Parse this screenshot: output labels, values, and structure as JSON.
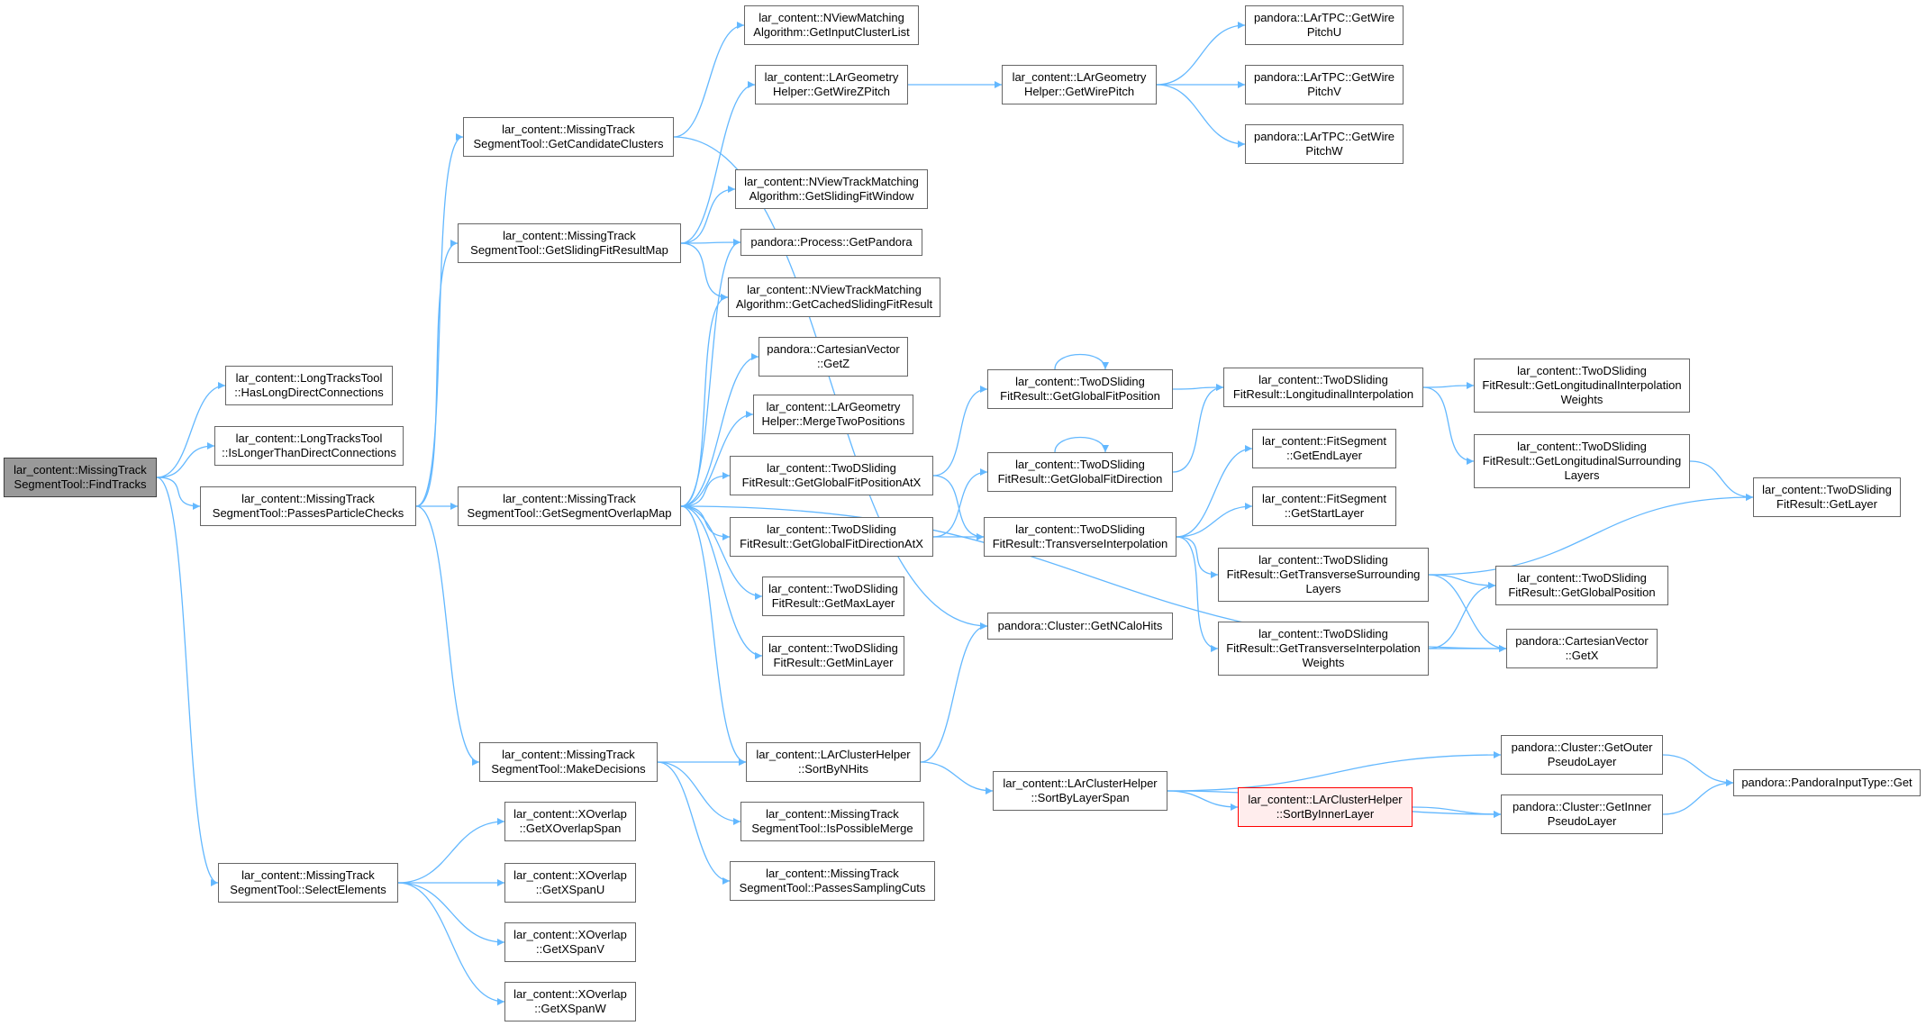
{
  "colors": {
    "edge": "#63b8ff",
    "root_fill": "#999999",
    "node_border": "#666666",
    "highlight_border": "#ff0000",
    "highlight_fill": "#ffeded"
  },
  "nodes": {
    "findtracks": {
      "line1": "lar_content::MissingTrack",
      "line2": "SegmentTool::FindTracks"
    },
    "haslong": {
      "line1": "lar_content::LongTracksTool",
      "line2": "::HasLongDirectConnections"
    },
    "islonger": {
      "line1": "lar_content::LongTracksTool",
      "line2": "::IsLongerThanDirectConnections"
    },
    "passes": {
      "line1": "lar_content::MissingTrack",
      "line2": "SegmentTool::PassesParticleChecks"
    },
    "select": {
      "line1": "lar_content::MissingTrack",
      "line2": "SegmentTool::SelectElements"
    },
    "candidate": {
      "line1": "lar_content::MissingTrack",
      "line2": "SegmentTool::GetCandidateClusters"
    },
    "slidingmap": {
      "line1": "lar_content::MissingTrack",
      "line2": "SegmentTool::GetSlidingFitResultMap"
    },
    "overlapmap": {
      "line1": "lar_content::MissingTrack",
      "line2": "SegmentTool::GetSegmentOverlapMap"
    },
    "decisions": {
      "line1": "lar_content::MissingTrack",
      "line2": "SegmentTool::MakeDecisions"
    },
    "xoverlapspan": {
      "line1": "lar_content::XOverlap",
      "line2": "::GetXOverlapSpan"
    },
    "xspanu": {
      "line1": "lar_content::XOverlap",
      "line2": "::GetXSpanU"
    },
    "xspanv": {
      "line1": "lar_content::XOverlap",
      "line2": "::GetXSpanV"
    },
    "xspanw": {
      "line1": "lar_content::XOverlap",
      "line2": "::GetXSpanW"
    },
    "inputcluster": {
      "line1": "lar_content::NViewMatching",
      "line2": "Algorithm::GetInputClusterList"
    },
    "wirezpitch": {
      "line1": "lar_content::LArGeometry",
      "line2": "Helper::GetWireZPitch"
    },
    "slidingwindow": {
      "line1": "lar_content::NViewTrackMatching",
      "line2": "Algorithm::GetSlidingFitWindow"
    },
    "getpandora": {
      "line1": "pandora::Process::GetPandora"
    },
    "cachedsliding": {
      "line1": "lar_content::NViewTrackMatching",
      "line2": "Algorithm::GetCachedSlidingFitResult"
    },
    "getz": {
      "line1": "pandora::CartesianVector",
      "line2": "::GetZ"
    },
    "mergetwo": {
      "line1": "lar_content::LArGeometry",
      "line2": "Helper::MergeTwoPositions"
    },
    "globalfitposatx": {
      "line1": "lar_content::TwoDSliding",
      "line2": "FitResult::GetGlobalFitPositionAtX"
    },
    "globalfitdiratx": {
      "line1": "lar_content::TwoDSliding",
      "line2": "FitResult::GetGlobalFitDirectionAtX"
    },
    "maxlayer": {
      "line1": "lar_content::TwoDSliding",
      "line2": "FitResult::GetMaxLayer"
    },
    "minlayer": {
      "line1": "lar_content::TwoDSliding",
      "line2": "FitResult::GetMinLayer"
    },
    "sortbynhits": {
      "line1": "lar_content::LArClusterHelper",
      "line2": "::SortByNHits"
    },
    "possiblemerge": {
      "line1": "lar_content::MissingTrack",
      "line2": "SegmentTool::IsPossibleMerge"
    },
    "samplingcuts": {
      "line1": "lar_content::MissingTrack",
      "line2": "SegmentTool::PassesSamplingCuts"
    },
    "wirepitch": {
      "line1": "lar_content::LArGeometry",
      "line2": "Helper::GetWirePitch"
    },
    "globalfitpos": {
      "line1": "lar_content::TwoDSliding",
      "line2": "FitResult::GetGlobalFitPosition"
    },
    "globalfitdir": {
      "line1": "lar_content::TwoDSliding",
      "line2": "FitResult::GetGlobalFitDirection"
    },
    "transinterp": {
      "line1": "lar_content::TwoDSliding",
      "line2": "FitResult::TransverseInterpolation"
    },
    "getncalohits": {
      "line1": "pandora::Cluster::GetNCaloHits"
    },
    "sortbylayerspan": {
      "line1": "lar_content::LArClusterHelper",
      "line2": "::SortByLayerSpan"
    },
    "wirepitchu": {
      "line1": "pandora::LArTPC::GetWire",
      "line2": "PitchU"
    },
    "wirepitchv": {
      "line1": "pandora::LArTPC::GetWire",
      "line2": "PitchV"
    },
    "wirepitchw": {
      "line1": "pandora::LArTPC::GetWire",
      "line2": "PitchW"
    },
    "longinterp": {
      "line1": "lar_content::TwoDSliding",
      "line2": "FitResult::LongitudinalInterpolation"
    },
    "endlayer": {
      "line1": "lar_content::FitSegment",
      "line2": "::GetEndLayer"
    },
    "startlayer": {
      "line1": "lar_content::FitSegment",
      "line2": "::GetStartLayer"
    },
    "transsurround": {
      "line1": "lar_content::TwoDSliding",
      "line2": "FitResult::GetTransverseSurrounding",
      "line3": "Layers"
    },
    "transinterpw": {
      "line1": "lar_content::TwoDSliding",
      "line2": "FitResult::GetTransverseInterpolation",
      "line3": "Weights"
    },
    "sortbyinner": {
      "line1": "lar_content::LArClusterHelper",
      "line2": "::SortByInnerLayer"
    },
    "longinterpw": {
      "line1": "lar_content::TwoDSliding",
      "line2": "FitResult::GetLongitudinalInterpolation",
      "line3": "Weights"
    },
    "longsurround": {
      "line1": "lar_content::TwoDSliding",
      "line2": "FitResult::GetLongitudinalSurrounding",
      "line3": "Layers"
    },
    "globalpos": {
      "line1": "lar_content::TwoDSliding",
      "line2": "FitResult::GetGlobalPosition"
    },
    "getx": {
      "line1": "pandora::CartesianVector",
      "line2": "::GetX"
    },
    "outerpseudo": {
      "line1": "pandora::Cluster::GetOuter",
      "line2": "PseudoLayer"
    },
    "innerpseudo": {
      "line1": "pandora::Cluster::GetInner",
      "line2": "PseudoLayer"
    },
    "getlayer": {
      "line1": "lar_content::TwoDSliding",
      "line2": "FitResult::GetLayer"
    },
    "pandorainput": {
      "line1": "pandora::PandoraInputType::Get"
    }
  },
  "edges": [
    [
      "findtracks",
      "haslong"
    ],
    [
      "findtracks",
      "islonger"
    ],
    [
      "findtracks",
      "passes"
    ],
    [
      "findtracks",
      "select"
    ],
    [
      "passes",
      "candidate"
    ],
    [
      "passes",
      "slidingmap"
    ],
    [
      "passes",
      "overlapmap"
    ],
    [
      "passes",
      "decisions"
    ],
    [
      "select",
      "xoverlapspan"
    ],
    [
      "select",
      "xspanu"
    ],
    [
      "select",
      "xspanv"
    ],
    [
      "select",
      "xspanw"
    ],
    [
      "candidate",
      "inputcluster"
    ],
    [
      "candidate",
      "getncalohits"
    ],
    [
      "slidingmap",
      "wirezpitch"
    ],
    [
      "slidingmap",
      "slidingwindow"
    ],
    [
      "slidingmap",
      "getpandora"
    ],
    [
      "slidingmap",
      "cachedsliding"
    ],
    [
      "overlapmap",
      "getpandora"
    ],
    [
      "overlapmap",
      "cachedsliding"
    ],
    [
      "overlapmap",
      "getz"
    ],
    [
      "overlapmap",
      "mergetwo"
    ],
    [
      "overlapmap",
      "globalfitposatx"
    ],
    [
      "overlapmap",
      "globalfitdiratx"
    ],
    [
      "overlapmap",
      "maxlayer"
    ],
    [
      "overlapmap",
      "minlayer"
    ],
    [
      "overlapmap",
      "sortbynhits"
    ],
    [
      "overlapmap",
      "getx"
    ],
    [
      "decisions",
      "sortbynhits"
    ],
    [
      "decisions",
      "possiblemerge"
    ],
    [
      "decisions",
      "samplingcuts"
    ],
    [
      "wirezpitch",
      "wirepitch"
    ],
    [
      "wirepitch",
      "wirepitchu"
    ],
    [
      "wirepitch",
      "wirepitchv"
    ],
    [
      "wirepitch",
      "wirepitchw"
    ],
    [
      "globalfitposatx",
      "globalfitpos"
    ],
    [
      "globalfitposatx",
      "transinterp"
    ],
    [
      "globalfitdiratx",
      "globalfitdir"
    ],
    [
      "globalfitdiratx",
      "transinterp"
    ],
    [
      "globalfitpos",
      "globalfitpos"
    ],
    [
      "globalfitpos",
      "longinterp"
    ],
    [
      "globalfitdir",
      "globalfitdir"
    ],
    [
      "globalfitdir",
      "longinterp"
    ],
    [
      "transinterp",
      "endlayer"
    ],
    [
      "transinterp",
      "startlayer"
    ],
    [
      "transinterp",
      "transsurround"
    ],
    [
      "transinterp",
      "transinterpw"
    ],
    [
      "longinterp",
      "longinterpw"
    ],
    [
      "longinterp",
      "longsurround"
    ],
    [
      "longsurround",
      "getlayer"
    ],
    [
      "transsurround",
      "getlayer"
    ],
    [
      "transsurround",
      "globalpos"
    ],
    [
      "transsurround",
      "getx"
    ],
    [
      "transinterpw",
      "globalpos"
    ],
    [
      "transinterpw",
      "getx"
    ],
    [
      "sortbynhits",
      "getncalohits"
    ],
    [
      "sortbynhits",
      "sortbylayerspan"
    ],
    [
      "sortbylayerspan",
      "outerpseudo"
    ],
    [
      "sortbylayerspan",
      "sortbyinner"
    ],
    [
      "sortbylayerspan",
      "innerpseudo"
    ],
    [
      "sortbyinner",
      "innerpseudo"
    ],
    [
      "outerpseudo",
      "pandorainput"
    ],
    [
      "innerpseudo",
      "pandorainput"
    ]
  ]
}
